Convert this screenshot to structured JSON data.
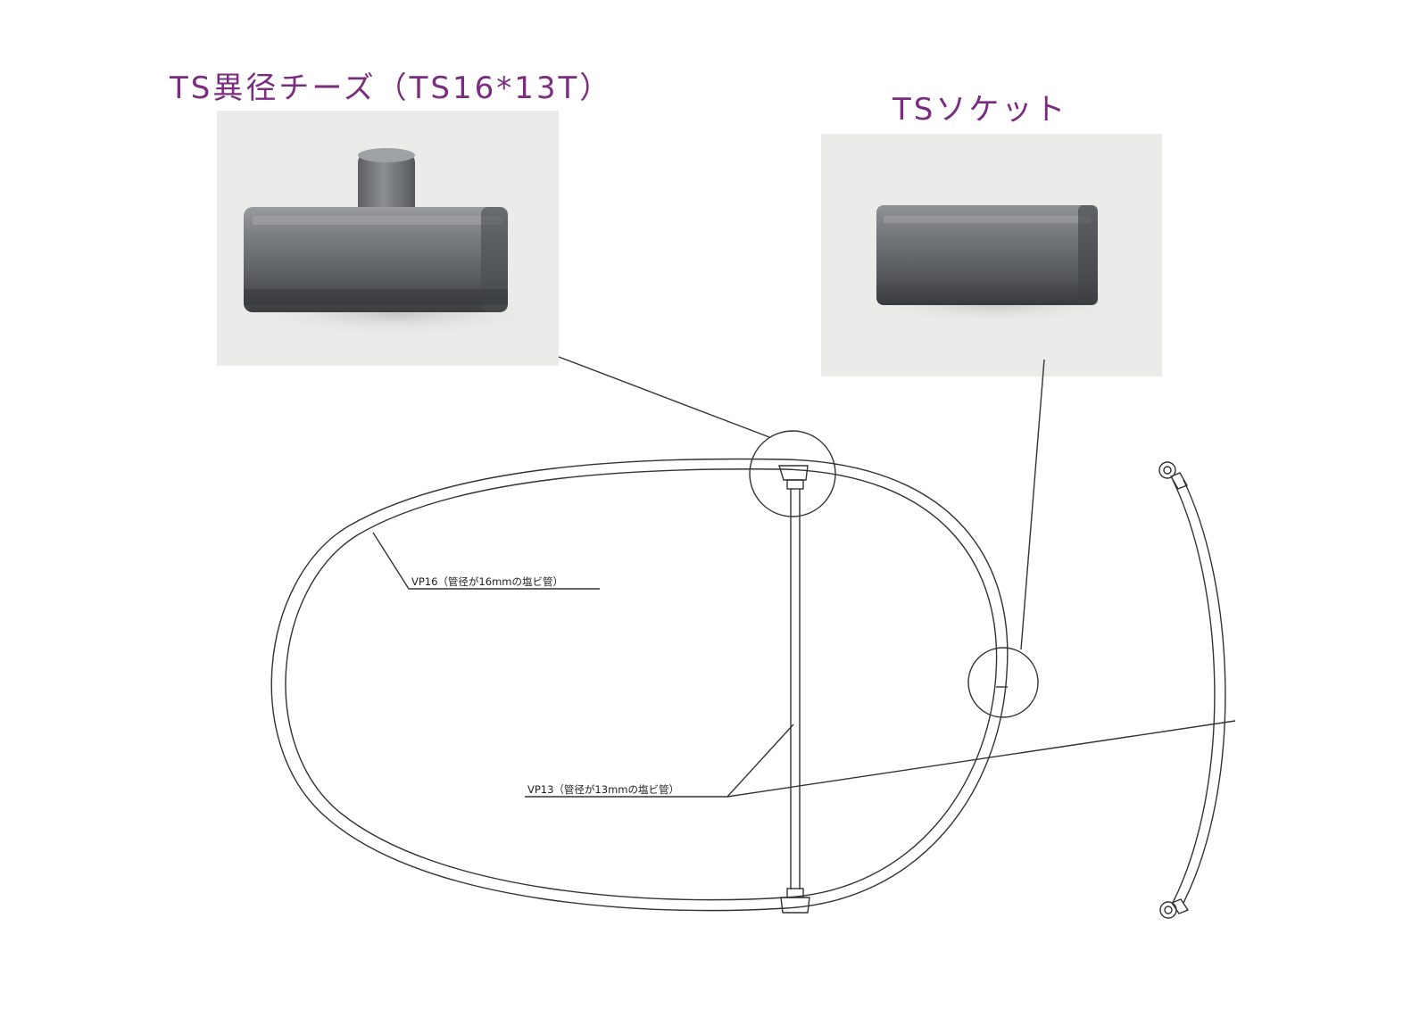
{
  "titles": {
    "tee": "TS異径チーズ（TS16*13T）",
    "socket": "TSソケット"
  },
  "photos": {
    "tee": {
      "icon": "pipe-tee-photo"
    },
    "socket": {
      "icon": "pipe-socket-photo"
    }
  },
  "labels": {
    "vp16": "VP16（管径が16mmの塩ビ管）",
    "vp13": "VP13（管径が13mmの塩ビ管）"
  },
  "colors": {
    "title": "#7a2c7f",
    "pipe_gray": "#6e7175",
    "line": "#333333"
  }
}
